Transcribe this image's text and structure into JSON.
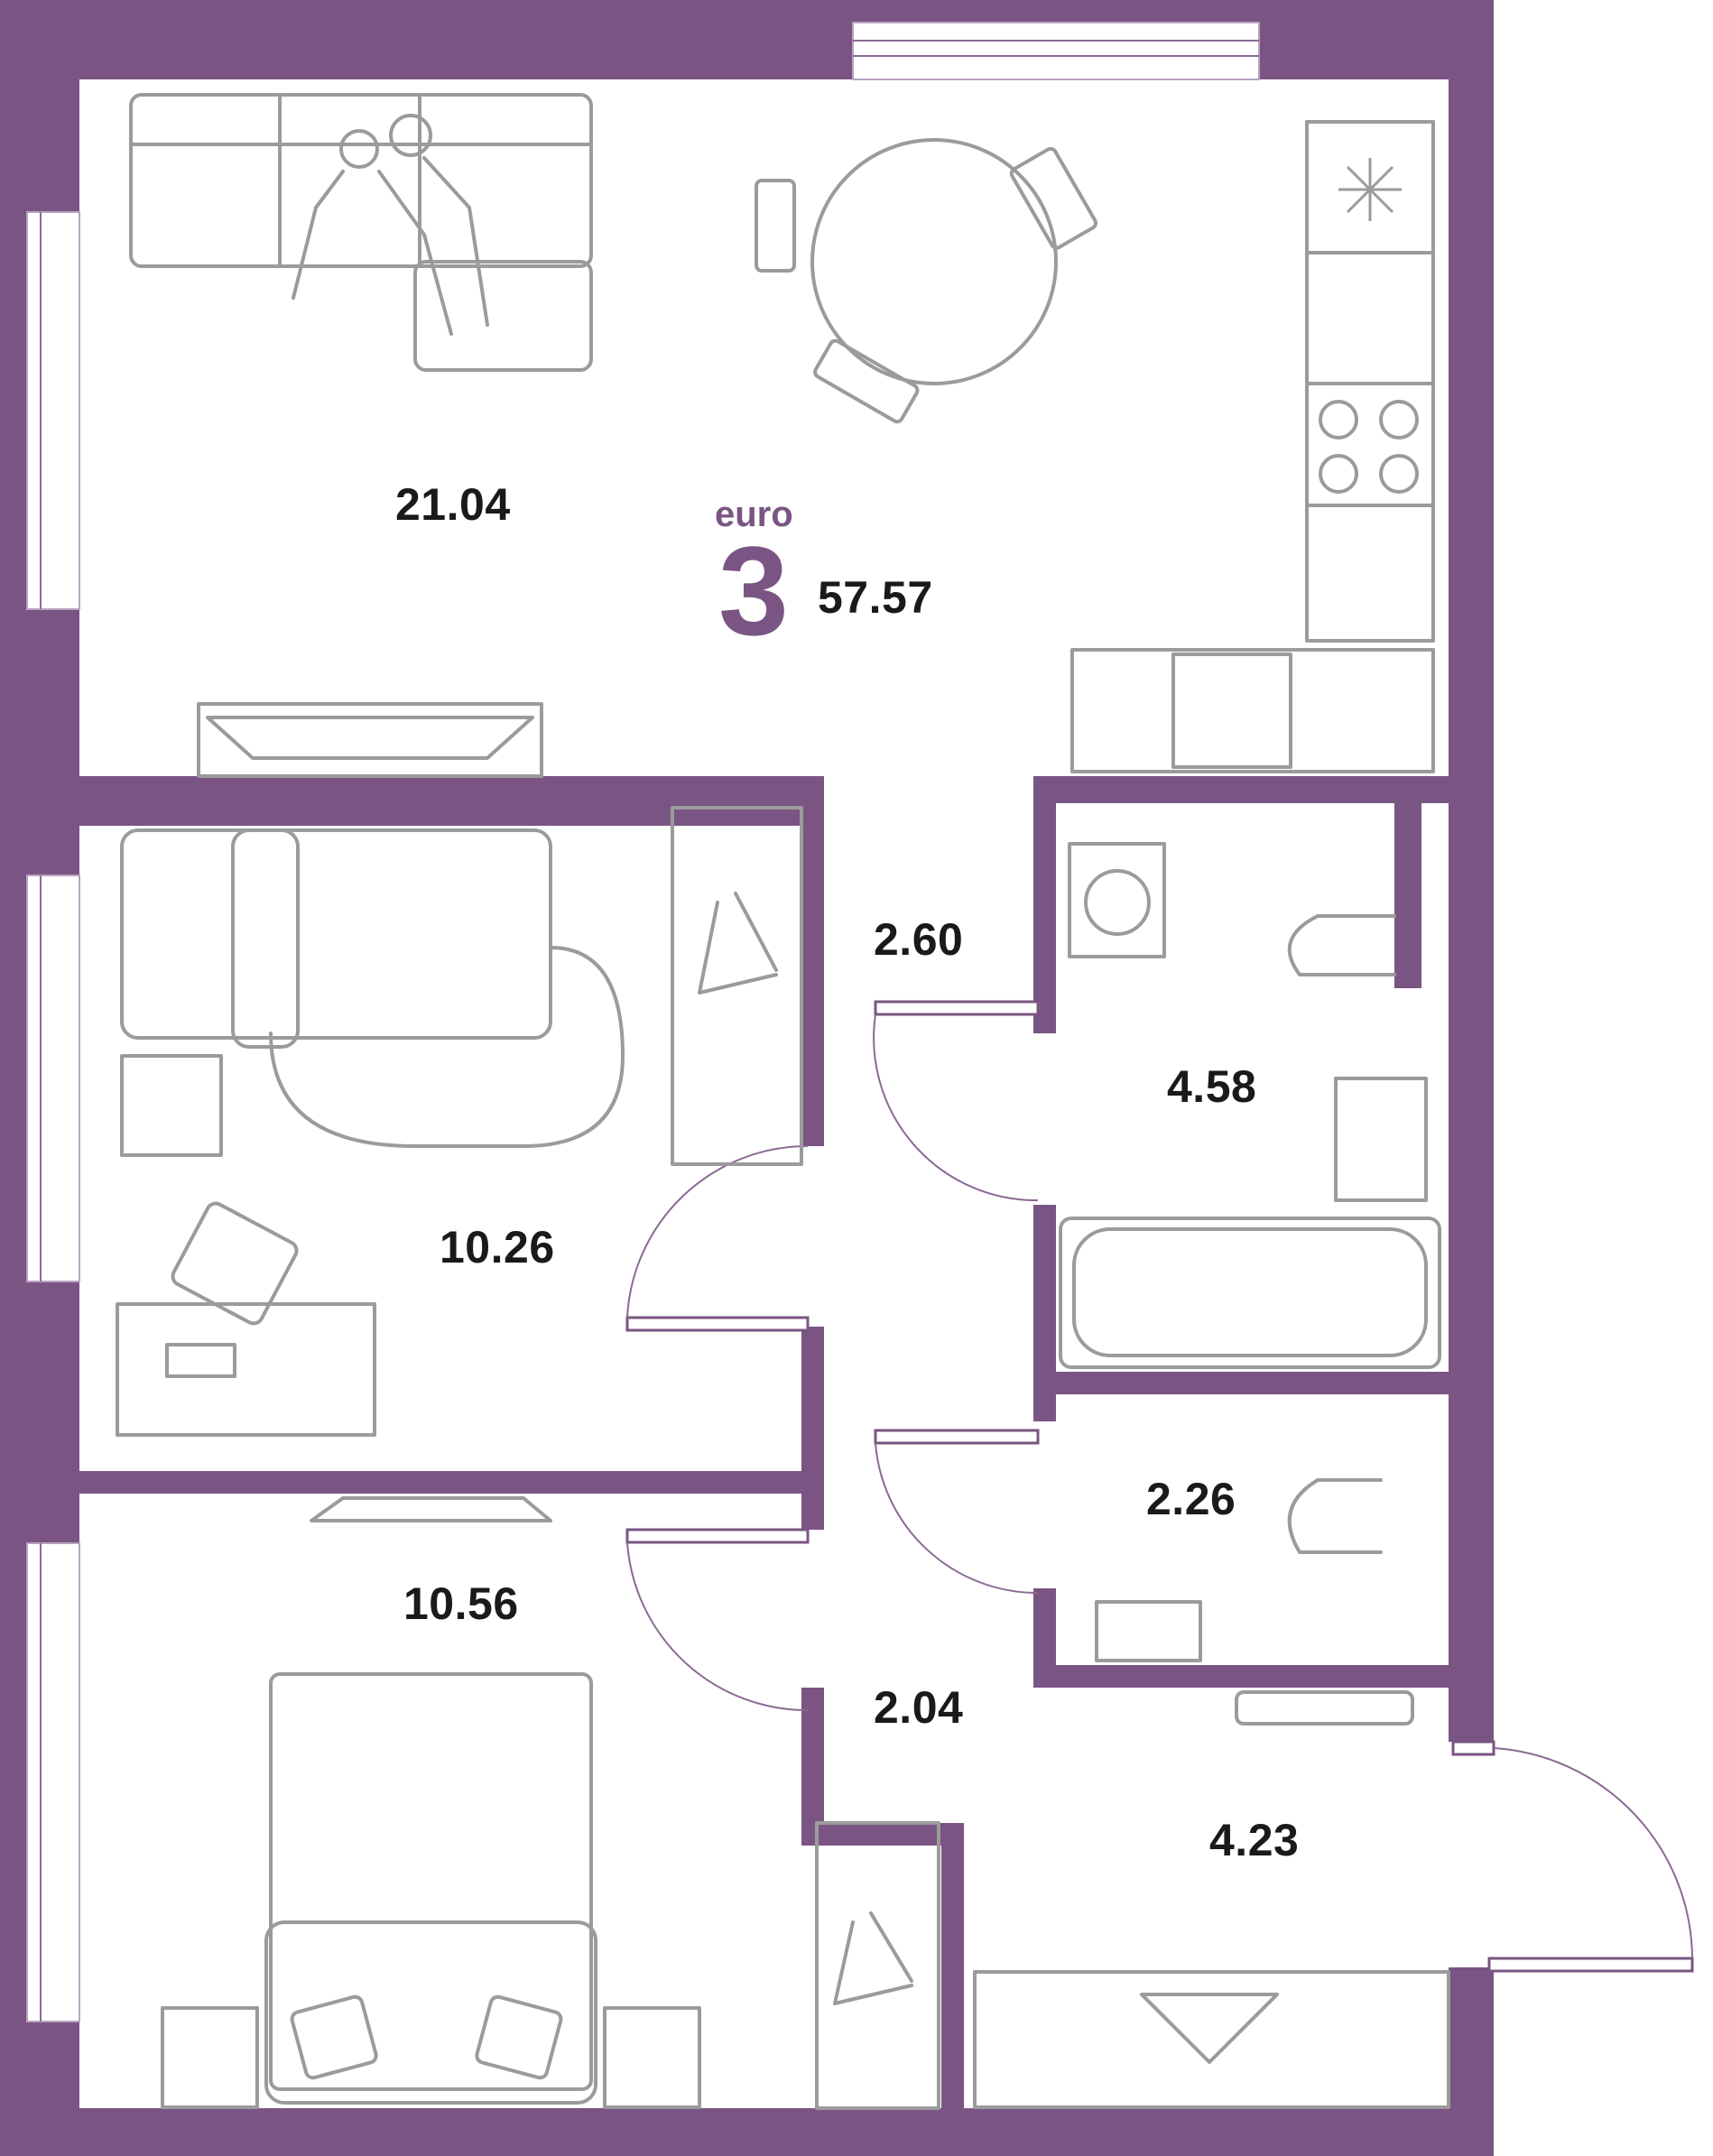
{
  "plan": {
    "type_label": "euro",
    "rooms_count": "3",
    "total_area": "57.57",
    "accent_color": "#7a5583",
    "rooms": [
      {
        "id": "living-kitchen",
        "area": "21.04"
      },
      {
        "id": "corridor-north",
        "area": "2.60"
      },
      {
        "id": "bathroom",
        "area": "4.58"
      },
      {
        "id": "bedroom-1",
        "area": "10.26"
      },
      {
        "id": "toilet",
        "area": "2.26"
      },
      {
        "id": "bedroom-2",
        "area": "10.56"
      },
      {
        "id": "corridor-south",
        "area": "2.04"
      },
      {
        "id": "hallway",
        "area": "4.23"
      }
    ]
  }
}
